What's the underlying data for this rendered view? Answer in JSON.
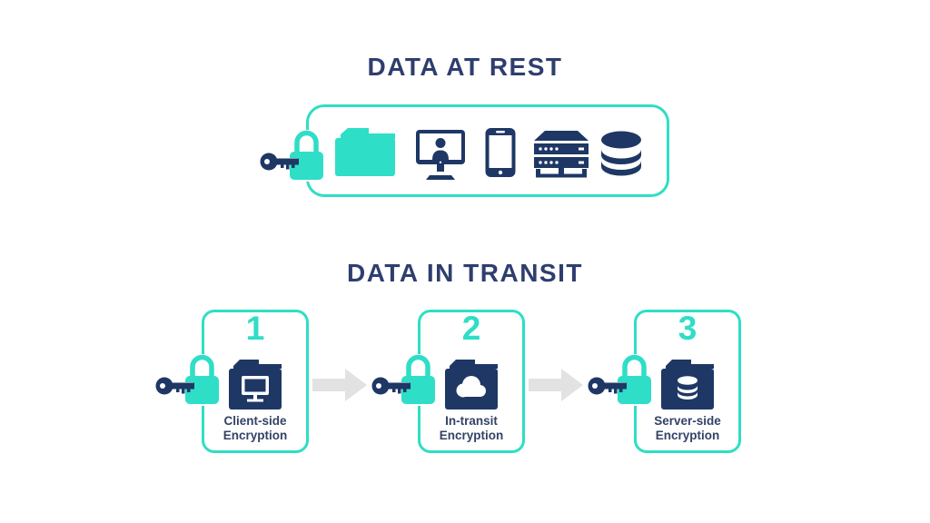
{
  "colors": {
    "navy": "#1e3765",
    "teal": "#2edec6",
    "teal_border": "#2edec6",
    "arrow_gray": "#e2e2e2",
    "title_navy": "#2e3e6e",
    "label_navy": "#334366"
  },
  "at_rest": {
    "title": "DATA AT REST",
    "icons": [
      "key-lock",
      "folder",
      "desktop-user",
      "smartphone",
      "server",
      "database"
    ]
  },
  "in_transit": {
    "title": "DATA IN TRANSIT",
    "steps": [
      {
        "number": "1",
        "label": "Client-side Encryption",
        "icon": "folder-desktop"
      },
      {
        "number": "2",
        "label": "In-transit Encryption",
        "icon": "folder-cloud"
      },
      {
        "number": "3",
        "label": "Server-side Encryption",
        "icon": "folder-database"
      }
    ]
  }
}
